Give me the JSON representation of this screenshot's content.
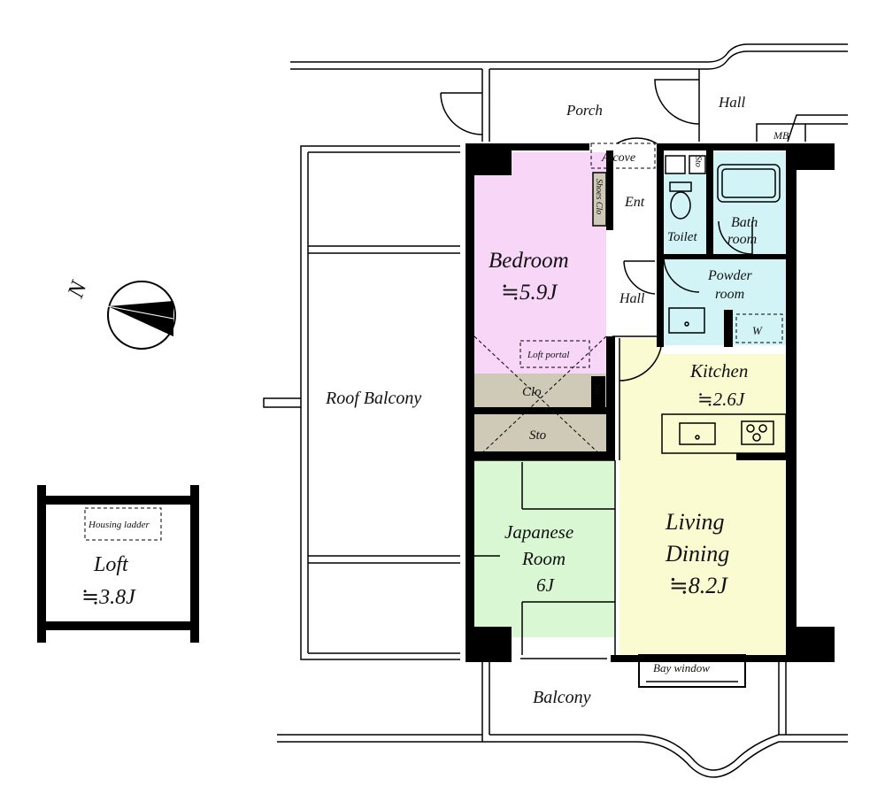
{
  "rooms": {
    "porch": "Porch",
    "hall_top": "Hall",
    "mb": "MB",
    "alcove": "Alcove",
    "shoes_clo": "Shoes Clo",
    "ent": "Ent",
    "sto_top": "Sto",
    "toilet": "Toilet",
    "bath_line1": "Bath",
    "bath_line2": "room",
    "bedroom_name": "Bedroom",
    "bedroom_size": "≒5.9J",
    "hall_inner": "Hall",
    "powder_line1": "Powder",
    "powder_line2": "room",
    "w": "W",
    "loft_portal": "Loft portal",
    "clo": "Clo",
    "sto_small": "Sto",
    "sto_mid": "Sto",
    "roof_balcony": "Roof Balcony",
    "kitchen_name": "Kitchen",
    "kitchen_size": "≒2.6J",
    "japanese_line1": "Japanese",
    "japanese_line2": "Room",
    "japanese_size": "6J",
    "living_line1": "Living",
    "living_line2": "Dining",
    "living_size": "≒8.2J",
    "bay_window": "Bay window",
    "balcony": "Balcony",
    "loft_name": "Loft",
    "loft_size": "≒3.8J",
    "housing_ladder": "Housing ladder"
  },
  "compass": {
    "label": "N"
  },
  "colors": {
    "bedroom": "#f7d6f7",
    "japanese": "#d8f7d2",
    "living": "#fbfbd2",
    "wet": "#d2f4f7",
    "storage": "#cfcab8"
  }
}
